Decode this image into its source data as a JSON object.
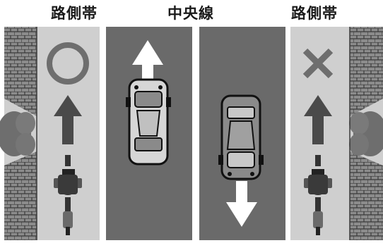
{
  "labels": {
    "left_shoulder": "路側帯",
    "center_line": "中央線",
    "right_shoulder": "路側帯"
  },
  "marks": {
    "left": "○",
    "right": "×"
  },
  "colors": {
    "wall": "#8c8c8c",
    "wall_dark": "#3a3a3a",
    "road": "#6a6a6a",
    "shoulder": "#cfcfcf",
    "car_light": "#d6d6d6",
    "car_dark": "#8a8a8a",
    "arrow_white": "#ffffff",
    "arrow_dark": "#4a4a4a"
  },
  "icons": [
    "building-wall",
    "bush",
    "ok-circle-icon",
    "ng-cross-icon",
    "up-arrow-icon",
    "down-arrow-icon",
    "car",
    "motorcycle"
  ]
}
